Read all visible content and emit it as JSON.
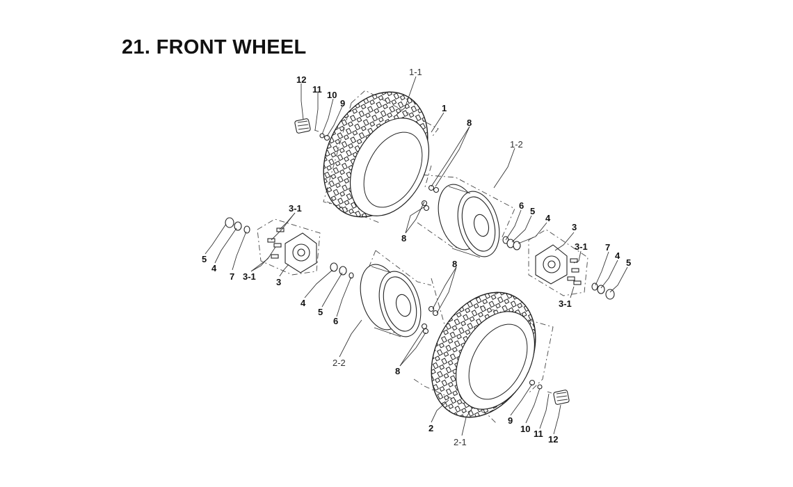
{
  "title": "21. FRONT WHEEL",
  "callouts": {
    "c_12_top": "12",
    "c_11_top": "11",
    "c_10_top": "10",
    "c_9_top": "9",
    "c_1_1": "1-1",
    "c_1": "1",
    "c_8_top": "8",
    "c_1_2": "1-2",
    "c_8_mid": "8",
    "c_6_right": "6",
    "c_5_right": "5",
    "c_4_right": "4",
    "c_3_right": "3",
    "c_3_1_right_a": "3-1",
    "c_7_right": "7",
    "c_4_right_b": "4",
    "c_5_right_b": "5",
    "c_3_1_right_b": "3-1",
    "c_3_1_left_a": "3-1",
    "c_5_left": "5",
    "c_4_left": "4",
    "c_7_left": "7",
    "c_3_1_left_b": "3-1",
    "c_3_left": "3",
    "c_4_mid": "4",
    "c_5_mid": "5",
    "c_6_mid": "6",
    "c_8_low": "8",
    "c_2_2": "2-2",
    "c_8_bottom": "8",
    "c_9_bottom": "9",
    "c_10_bottom": "10",
    "c_11_bottom": "11",
    "c_12_bottom": "12",
    "c_2": "2",
    "c_2_1": "2-1"
  }
}
